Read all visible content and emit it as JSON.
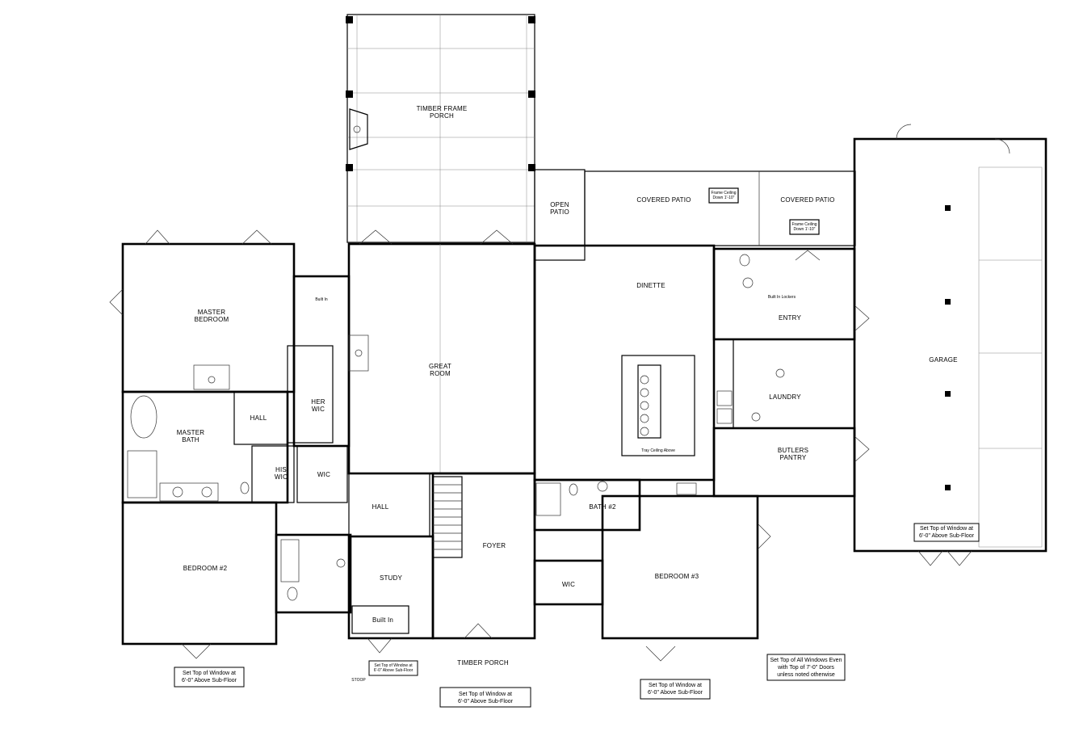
{
  "rooms": {
    "timber_frame_porch": [
      "TIMBER FRAME",
      "PORCH"
    ],
    "open_patio": [
      "OPEN",
      "PATIO"
    ],
    "covered_patio_1": "COVERED PATIO",
    "covered_patio_2": "COVERED PATIO",
    "frame_ceiling_1": [
      "Frame Ceiling",
      "Down 1'-10\""
    ],
    "frame_ceiling_2": [
      "Frame Ceiling",
      "Down 1'-10\""
    ],
    "master_bedroom": [
      "MASTER",
      "BEDROOM"
    ],
    "built_in_small": "Built In",
    "great_room": [
      "GREAT",
      "ROOM"
    ],
    "dinette": "DINETTE",
    "entry": "ENTRY",
    "built_in_lockers": "Built In Lockers",
    "laundry": "LAUNDRY",
    "garage": "GARAGE",
    "her_wic": [
      "HER",
      "WIC"
    ],
    "hall_1": "HALL",
    "master_bath": [
      "MASTER",
      "BATH"
    ],
    "his_wic": [
      "HIS",
      "WIC"
    ],
    "wic_1": "WIC",
    "butlers_pantry": [
      "BUTLERS",
      "PANTRY"
    ],
    "tray_ceiling": "Tray Ceiling Above",
    "hall_2": "HALL",
    "bath_2": "BATH #2",
    "bedroom_2": "BEDROOM #2",
    "study": "STUDY",
    "foyer": "FOYER",
    "wic_2": "WIC",
    "bedroom_3": "BEDROOM #3",
    "built_in_study": "Built In",
    "timber_porch": "TIMBER PORCH",
    "stoop": "STOOP"
  },
  "notes": {
    "bedroom2_window": [
      "Set Top of Window at",
      "6'-0\" Above Sub-Floor"
    ],
    "stoop_window": [
      "Set Top of Window at",
      "6'-0\" Above Sub-Floor"
    ],
    "porch_window": [
      "Set Top of Window at",
      "6'-0\" Above Sub-Floor"
    ],
    "bedroom3_window": [
      "Set Top of Window at",
      "6'-0\" Above Sub-Floor"
    ],
    "garage_window": [
      "Set Top of Window at",
      "6'-0\" Above Sub-Floor"
    ],
    "all_windows": [
      "Set Top of All Windows Even",
      "with Top of 7'-0\" Doors",
      "unless noted otherwise"
    ]
  }
}
